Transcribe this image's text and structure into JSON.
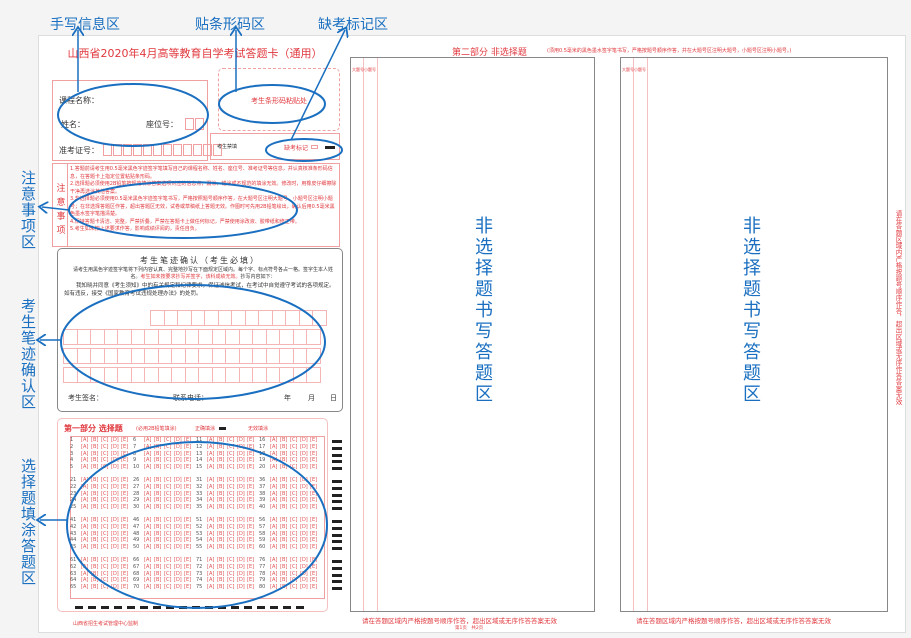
{
  "annotations": {
    "handwriting_info": "手写信息区",
    "barcode": "贴条形码区",
    "absence_mark": "缺考标记区",
    "notes": "注意事项区",
    "handwriting_confirm": "考生笔迹确认区",
    "choice_area": "选择题填涂答题区"
  },
  "sheet": {
    "title": "山西省2020年4月高等教育自学考试答题卡（通用）",
    "info": {
      "course": "课程名称：",
      "name": "姓名：",
      "seat": "座位号：",
      "exam_id": "准考证号："
    },
    "barcode_label": "考生条形码粘贴处",
    "absence": {
      "label": "考生禁填",
      "mark_label": "缺考标记"
    },
    "notes": {
      "heading": "注意事项",
      "items": [
        "1.答题前请考生用0.5毫米黑色字迹签字笔填写自己的课程名称、姓名、座位号、准考证号等信息，并认真核准条形码信息，在答题卡上指定位置粘贴条形码。",
        "2.选择题必须使用2B铅笔按规范填涂答案选项对应的信息点，漏涂、错涂或不规范的填涂无效。修改时，用橡皮仔细擦除干净再选涂其他答案。",
        "3.非选择题必须使用0.5毫米黑色字迹签字笔书写，严格按照题号顺序作答，在大题号区注明大题号，小题号区注明小题号；在非选择答题区作答，超出答题区无效，试卷或草稿纸上答题无效。作图时可先用2B铅笔绘出，确认后用0.5毫米黑色墨水签字笔描清楚。",
        "4.保持答题卡清洁、完整，严禁折叠，严禁在答题卡上做任何标记，严禁使用涂改液、胶带纸和修正带。",
        "5.考生如未按上述要求作答，影响成绩评阅的，责任自负。"
      ]
    },
    "confirm": {
      "heading": "考生笔迹确认（考生必填）",
      "instruction": "请考生用黑色字迹签字笔将下列内容认真、完整地抄写在下面规定区域内。每个字、标点符号各占一格。签字生本人姓名。",
      "warning": "考生如未按要求抄写并签字，该科成绩无效。",
      "instruction_end": "抄写内容如下：",
      "statement": "我知晓并同意《考生须知》中的有关规定和纪律要求，保证诚信考试，在考试中自觉遵守考试的各项规定。如有违反，接受《国家教育考试违规处理办法》的处罚。",
      "signature": "考生签名：",
      "phone": "联系电话：",
      "year": "年",
      "month": "月",
      "day": "日"
    },
    "choice": {
      "heading": "第一部分 选择题",
      "note": "(必用2B铅笔填涂)",
      "correct": "正确填涂",
      "wrong": "无效填涂",
      "options": [
        "A",
        "B",
        "C",
        "D",
        "E"
      ],
      "question_count": 80
    },
    "footer_left": "山西省招生考试管理中心监制",
    "part2": {
      "heading": "第二部分 非选择题",
      "note": "(须用0.5毫米的黑色墨水签字笔书写，严格按题号顺序作答，并在大题号区注明大题号，小题号区注明小题号。)",
      "big_no": "大题号",
      "small_no": "小题号",
      "area_label": "非选择题书写答题区",
      "side_note": "请在答题区域内严格按题号顺序作答，超出区域或无序作答答案无效",
      "bottom_note": "请在答题区域内严格按题号顺序作答，超出区域或无序作答答案无效",
      "page": "第1页　共2页"
    }
  },
  "colors": {
    "annotation": "#1a6fc0",
    "sheet_red": "#e0393e"
  }
}
